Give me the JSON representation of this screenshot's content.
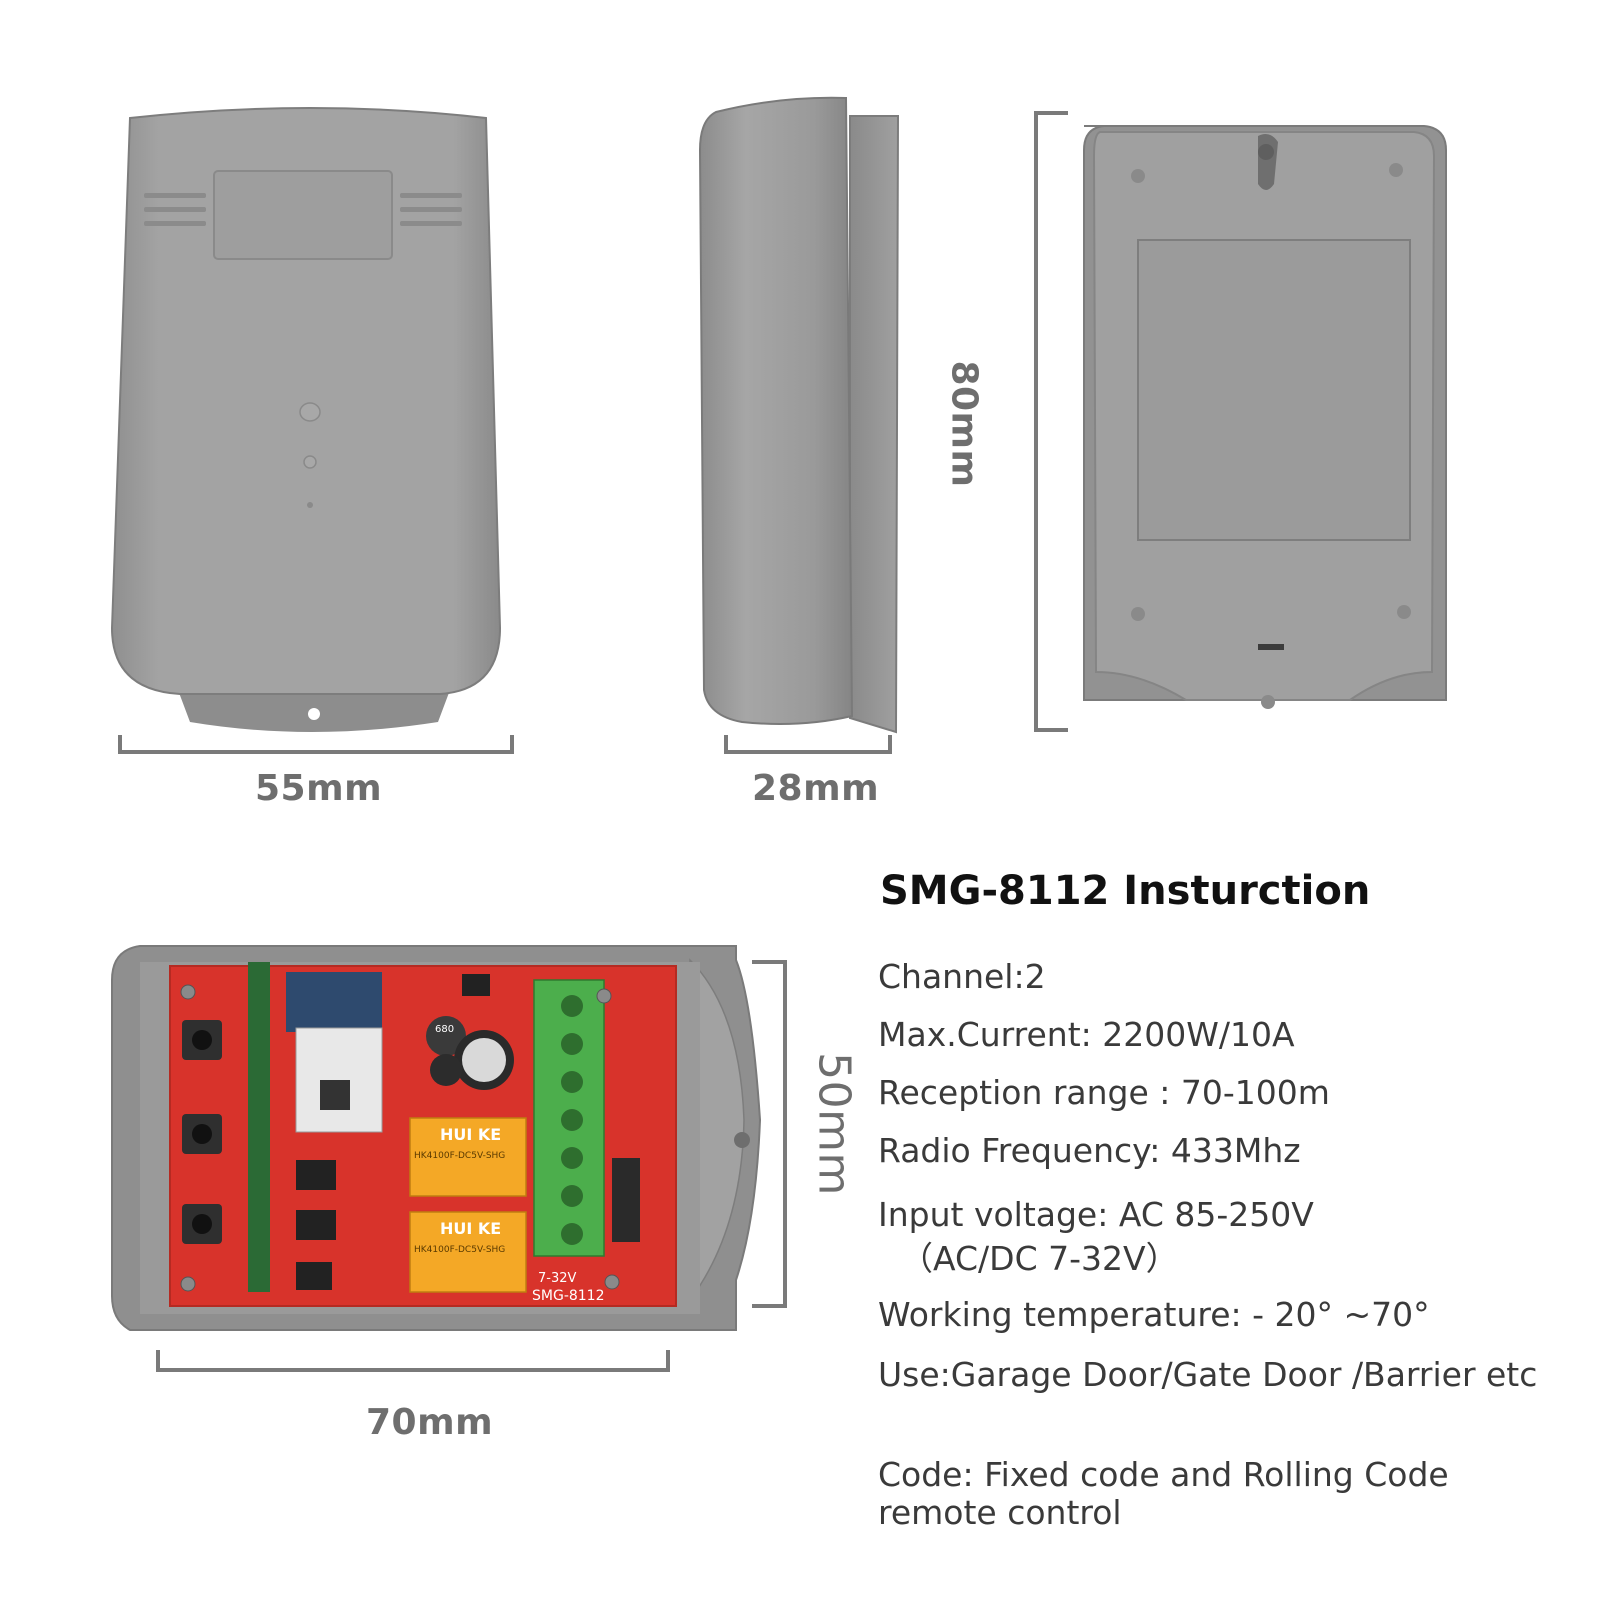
{
  "dimensions": {
    "width_front": "55mm",
    "depth_side": "28mm",
    "height_back": "80mm",
    "board_width": "70mm",
    "board_height": "50mm"
  },
  "spec": {
    "title": "SMG-8112  Insturction",
    "channel": "Channel:2",
    "max_current": "Max.Current: 2200W/10A",
    "reception_range": "Reception range : 70-100m",
    "radio_frequency": "Radio Frequency: 433Mhz",
    "input_voltage": "Input voltage:   AC 85-250V",
    "input_voltage_dc": "（AC/DC 7-32V）",
    "working_temperature": "Working temperature:  - 20°  ~70°",
    "use": "Use:Garage Door/Gate Door /Barrier etc",
    "code": "Code: Fixed code and Rolling Code remote control"
  },
  "board": {
    "model_label": "SMG-8112",
    "voltage_label": "7-32V",
    "relay_brand": "HUI KE",
    "relay_model": "HK4100F-DC5V-SHG",
    "capacitor_label": "680"
  },
  "colors": {
    "housing": "#9a9a9a",
    "housing_dark": "#7c7c7c",
    "pcb": "#d8332b",
    "terminal": "#4cae4c",
    "relay": "#f4a826",
    "dimension_line": "#7a7a7a"
  }
}
